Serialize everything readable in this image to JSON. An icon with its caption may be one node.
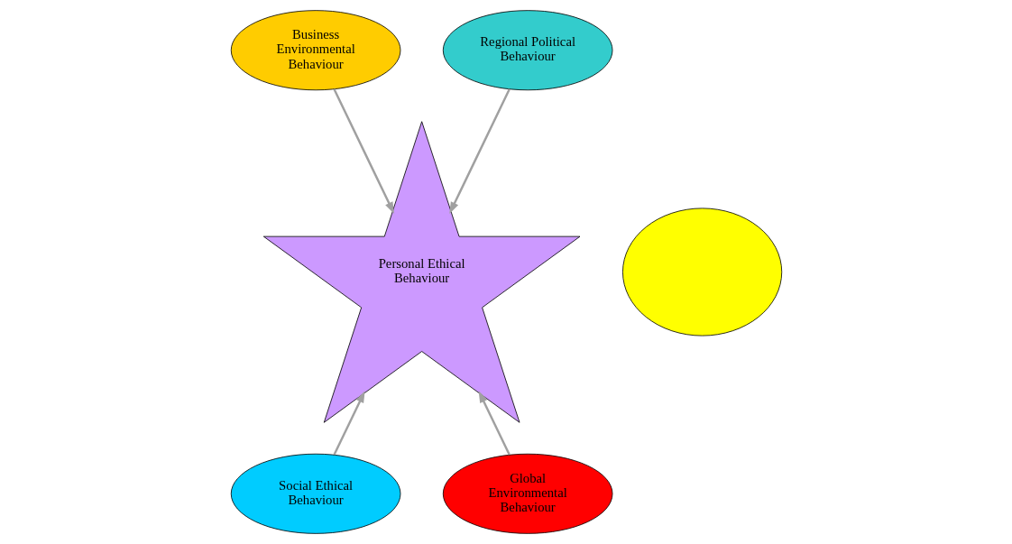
{
  "diagram": {
    "nodes": [
      {
        "text": [
          "Business Environmental Behaviour"
        ]
      },
      {
        "text": [
          "Regional Political Behaviour"
        ]
      },
      {
        "text": [],
        "shape": "circle"
      },
      {
        "text": [
          "Personal Ethical Behaviour"
        ]
      },
      {
        "text": [
          "Social Ethical Behaviour"
        ]
      },
      {
        "text": [
          "Global Environmental Behaviour"
        ]
      }
    ],
    "edges": [
      {
        "from": 0,
        "to": 3,
        "arrow": "to"
      },
      {
        "from": 1,
        "to": 3,
        "arrow": "to"
      },
      {
        "from": 4,
        "to": 3,
        "arrow": "to"
      },
      {
        "from": 5,
        "to": 3,
        "arrow": "to"
      }
    ]
  }
}
